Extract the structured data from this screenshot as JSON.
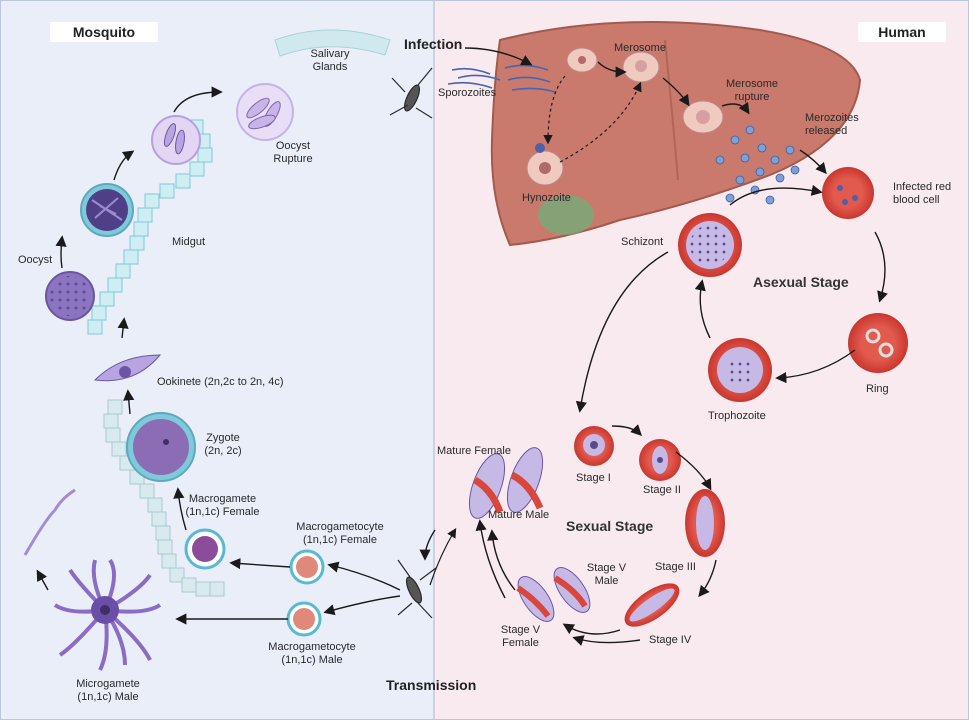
{
  "panels": {
    "mosquito_title": "Mosquito",
    "human_title": "Human",
    "infection": "Infection",
    "transmission": "Transmission"
  },
  "stages": {
    "asexual": "Asexual Stage",
    "sexual": "Sexual Stage"
  },
  "labels": {
    "salivary_glands_1": "Salivary",
    "salivary_glands_2": "Glands",
    "oocyst_rupture_1": "Oocyst",
    "oocyst_rupture_2": "Rupture",
    "midgut": "Midgut",
    "oocyst": "Oocyst",
    "ookinete": "Ookinete (2n,2c to 2n, 4c)",
    "zygote_1": "Zygote",
    "zygote_2": "(2n, 2c)",
    "macrogamete_1": "Macrogamete",
    "macrogamete_2": "(1n,1c) Female",
    "macrogametocyte_f_1": "Macrogametocyte",
    "macrogametocyte_f_2": "(1n,1c) Female",
    "macrogametocyte_m_1": "Macrogametocyte",
    "macrogametocyte_m_2": "(1n,1c)  Male",
    "microgamete_1": "Microgamete",
    "microgamete_2": "(1n,1c) Male",
    "sporozoites": "Sporozoites",
    "merosome": "Merosome",
    "merosome_rupture_1": "Merosome",
    "merosome_rupture_2": "rupture",
    "merozoites_1": "Merozoites",
    "merozoites_2": "released",
    "hynozoite": "Hynozoite",
    "infected_rbc_1": "Infected red",
    "infected_rbc_2": "blood cell",
    "schizont": "Schizont",
    "ring": "Ring",
    "trophozoite": "Trophozoite",
    "stage_1": "Stage I",
    "stage_2": "Stage II",
    "stage_3": "Stage III",
    "stage_4": "Stage IV",
    "stage_5m_1": "Stage V",
    "stage_5m_2": "Male",
    "stage_5f_1": "Stage V",
    "stage_5f_2": "Female",
    "mature_female": "Mature Female",
    "mature_male": "Mature Male"
  },
  "colors": {
    "mosquito_bg": "#e9eef9",
    "human_bg": "#f8eaee",
    "liver": "#c97a6c",
    "rbc": "#d9463d",
    "parasite": "#9b86c9"
  }
}
